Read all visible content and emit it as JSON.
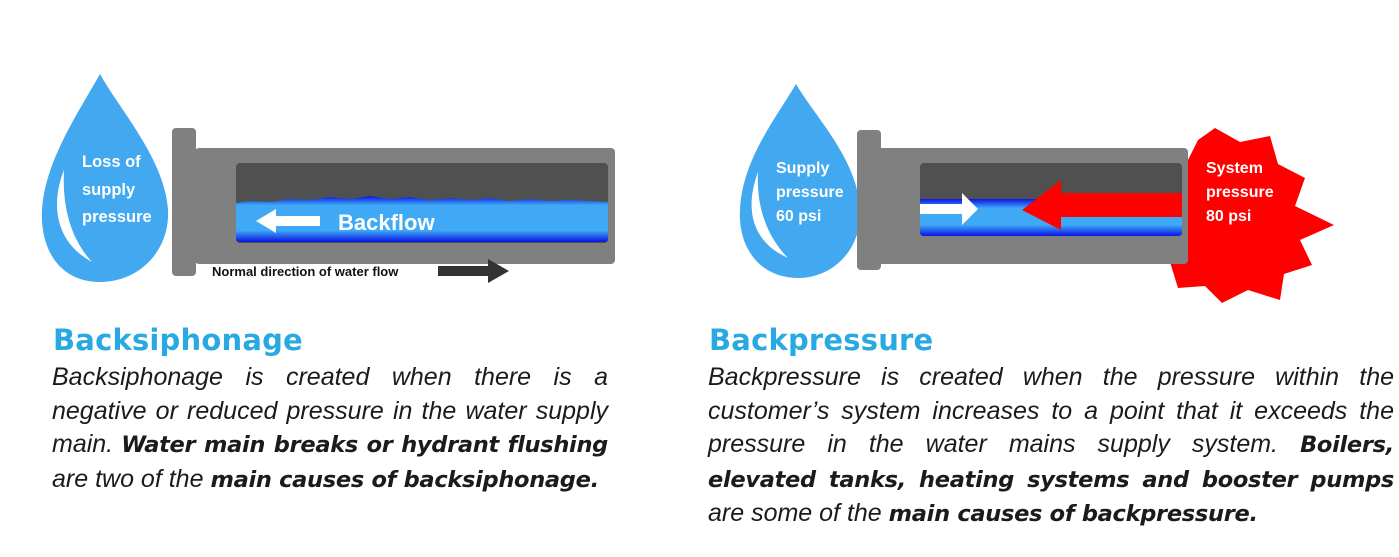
{
  "colors": {
    "drop_blue": "#42a8f0",
    "pipe_gray": "#808080",
    "pipe_inner_dark": "#505050",
    "water_light": "#3fa9f5",
    "water_deep": "#0a14e6",
    "pressure_red": "#ff0000",
    "heading_blue": "#29a9e1",
    "arrow_dark": "#333333",
    "text_dark": "#1b1b1b"
  },
  "backsiphonage": {
    "drop_label": [
      "Loss of",
      "supply",
      "pressure"
    ],
    "flow_label": "Backflow",
    "normal_direction_label": "Normal direction of water flow",
    "heading": "Backsiphonage",
    "body": [
      {
        "text": "Backsiphonage is created when there is a negative or reduced pressure in the water supply main. ",
        "bold": false
      },
      {
        "text": "Water main breaks or hydrant flushing",
        "bold": true
      },
      {
        "text": " are two of the ",
        "bold": false
      },
      {
        "text": "main causes of backsiphonage.",
        "bold": true
      }
    ]
  },
  "backpressure": {
    "drop_label": [
      "Supply",
      "pressure",
      "60 psi"
    ],
    "burst_label": [
      "System",
      "pressure",
      "80 psi"
    ],
    "supply_pressure_psi": 60,
    "system_pressure_psi": 80,
    "heading": "Backpressure",
    "body": [
      {
        "text": "Backpressure is created when the pressure within the customer’s system increases to a point that it exceeds the pressure in the water mains supply system. ",
        "bold": false
      },
      {
        "text": "Boilers, elevated tanks, heating systems and booster pumps",
        "bold": true
      },
      {
        "text": " are some of the ",
        "bold": false
      },
      {
        "text": "main causes of backpressure.",
        "bold": true
      }
    ]
  }
}
